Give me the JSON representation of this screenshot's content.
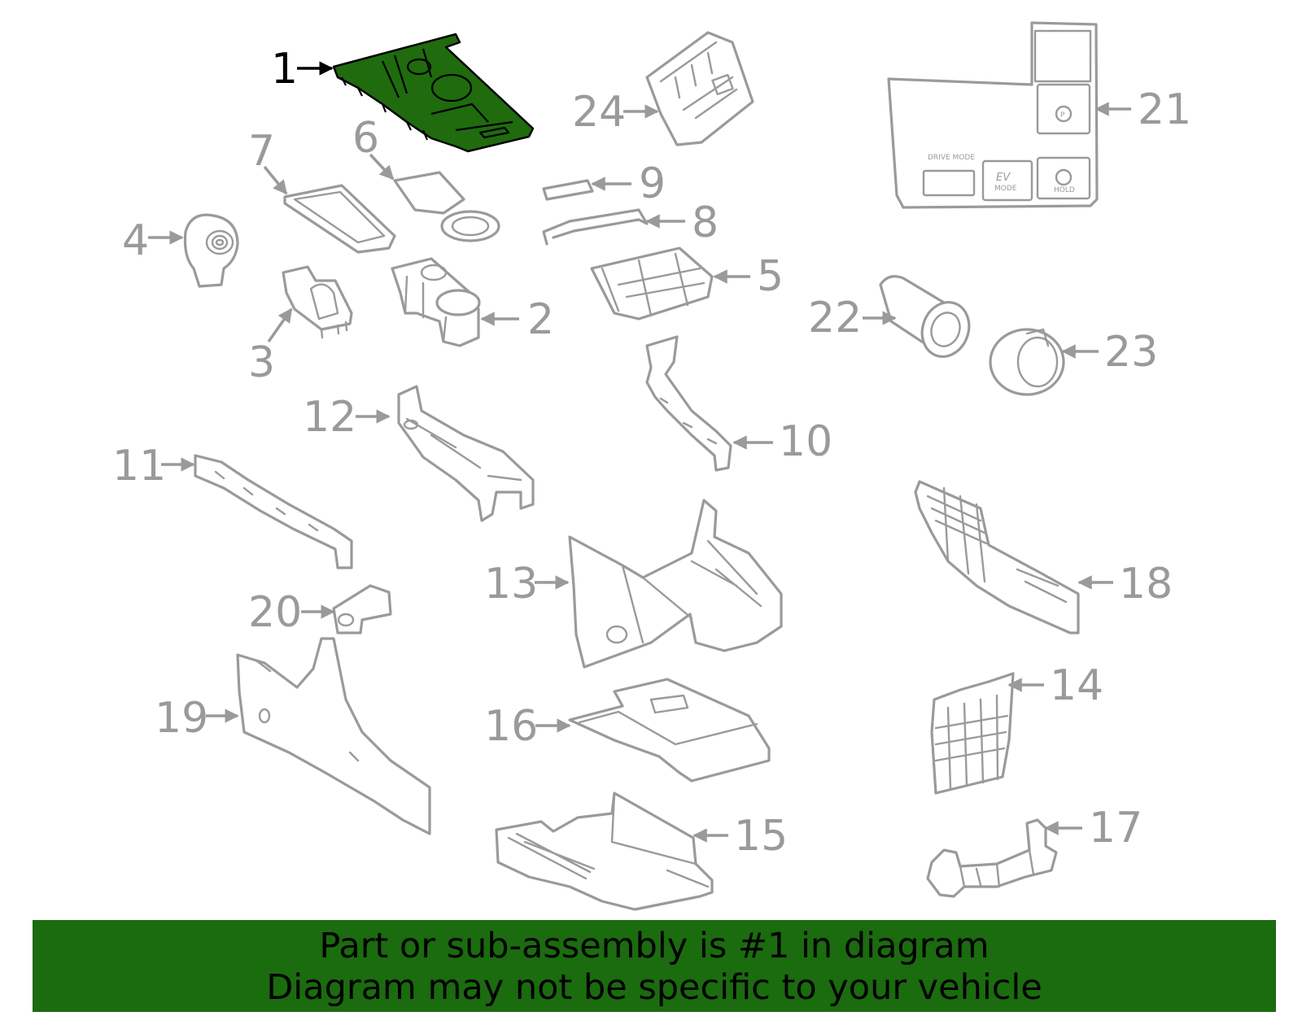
{
  "diagram": {
    "highlighted_part": "1",
    "highlight_color": "#1f6b0e",
    "line_color": "#9a9a9a",
    "callouts": [
      "1",
      "2",
      "3",
      "4",
      "5",
      "6",
      "7",
      "8",
      "9",
      "10",
      "11",
      "12",
      "13",
      "14",
      "15",
      "16",
      "17",
      "18",
      "19",
      "20",
      "21",
      "22",
      "23",
      "24"
    ]
  },
  "panel21": {
    "drive_mode": "DRIVE MODE",
    "ev": "EV",
    "ev_mode": "MODE",
    "hold": "HOLD",
    "parking": "P"
  },
  "banner": {
    "line1": "Part or sub-assembly is #1 in diagram",
    "line2": "Diagram may not be specific to your vehicle",
    "color": "#1b6b0f"
  }
}
